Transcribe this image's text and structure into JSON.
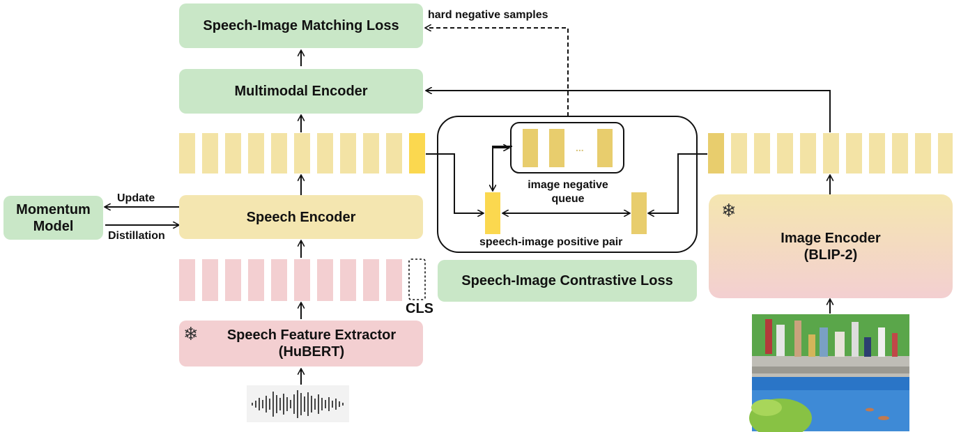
{
  "labels": {
    "matching_loss": "Speech-Image Matching Loss",
    "multimodal_encoder": "Multimodal Encoder",
    "speech_encoder": "Speech Encoder",
    "momentum_model": "Momentum Model",
    "update": "Update",
    "distillation": "Distillation",
    "feature_extractor_line1": "Speech Feature Extractor",
    "feature_extractor_line2": "(HuBERT)",
    "cls": "CLS",
    "hard_negative": "hard negative samples",
    "image_negative_queue_line1": "image negative",
    "image_negative_queue_line2": "queue",
    "queue_ellipsis": "...",
    "positive_pair": "speech-image positive pair",
    "contrastive_loss": "Speech-Image Contrastive Loss",
    "image_encoder_line1": "Image Encoder",
    "image_encoder_line2": "(BLIP-2)"
  },
  "icons": {
    "frozen": "snowflake-icon"
  },
  "colors": {
    "green": "#c9e7c7",
    "yellow": "#f4e6b0",
    "pink": "#f3cfd1",
    "token_yellow": "#f3e3a5",
    "token_highlight": "#fbd84f",
    "token_dark": "#e8cd6d",
    "token_pink": "#f3cfd1"
  }
}
